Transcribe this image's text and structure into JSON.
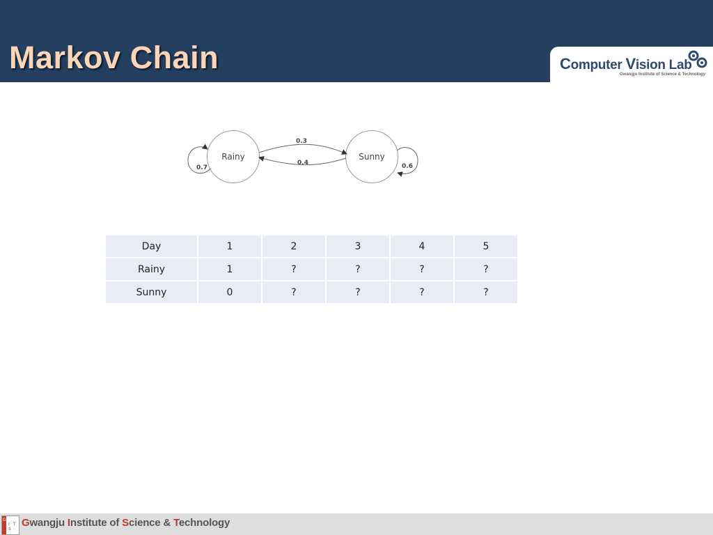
{
  "slide": {
    "title": "Markov Chain"
  },
  "header_logo": {
    "main_first": "C",
    "main_mid": "omputer ",
    "main_v": "V",
    "main_rest": "ision Lab",
    "subtitle": "Gwangju Institute of Science & Technology"
  },
  "diagram": {
    "states": [
      "Rainy",
      "Sunny"
    ],
    "transitions": {
      "rainy_to_rainy": "0.7",
      "rainy_to_sunny": "0.3",
      "sunny_to_rainy": "0.4",
      "sunny_to_sunny": "0.6"
    }
  },
  "table": {
    "rows": [
      {
        "label": "Day",
        "cells": [
          "1",
          "2",
          "3",
          "4",
          "5"
        ]
      },
      {
        "label": "Rainy",
        "cells": [
          "1",
          "?",
          "?",
          "?",
          "?"
        ]
      },
      {
        "label": "Sunny",
        "cells": [
          "0",
          "?",
          "?",
          "?",
          "?"
        ]
      }
    ]
  },
  "footer": {
    "logo_letters": [
      "G",
      "I",
      "S",
      "T"
    ],
    "g": "G",
    "wangju": "wangju ",
    "i": "I",
    "nstitute": "nstitute of ",
    "s": "S",
    "cience": "cience & ",
    "t": "T",
    "echnology": "echnology"
  },
  "colors": {
    "header_bg": "#243f60",
    "title_text": "#fbd5b5",
    "table_cell_bg": "#e9ecf6",
    "footer_bg": "#dedede",
    "footer_accent": "#c0392b"
  }
}
